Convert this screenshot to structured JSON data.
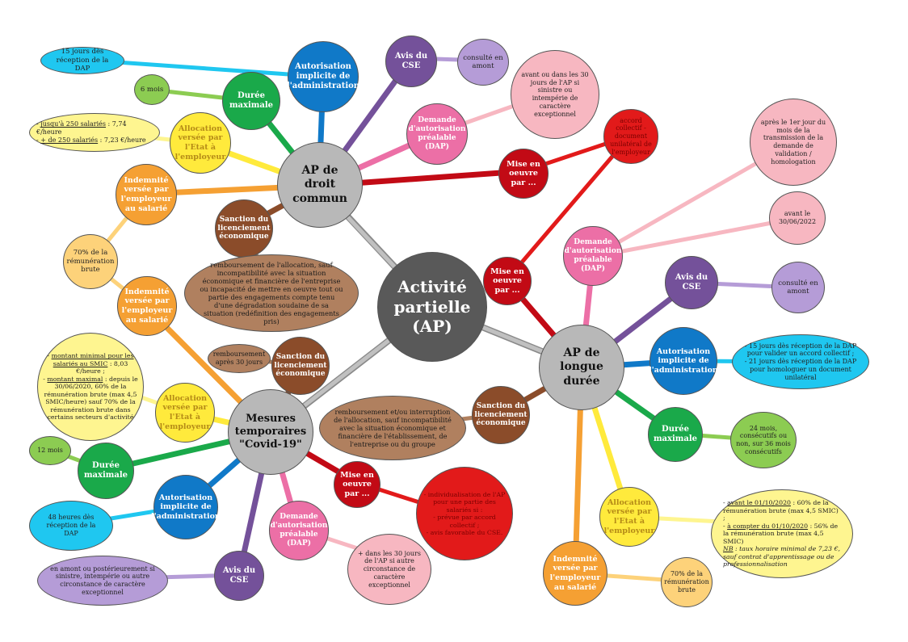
{
  "colors": {
    "center": "#595959",
    "hub": "#b8b8b8",
    "orange": "#f5a033",
    "light_orange": "#fdd27a",
    "yellow": "#ffea3c",
    "light_yellow": "#fef590",
    "green": "#1aa94a",
    "light_green": "#8ccc52",
    "blue": "#1079c8",
    "cyan": "#1fc7f0",
    "purple": "#74519a",
    "light_purple": "#b59cd7",
    "pink": "#ec6fa6",
    "light_pink": "#f7b7c1",
    "red": "#e21a1a",
    "dark_red": "#c20a15",
    "brown": "#8b4c2a",
    "light_brown": "#b0805f"
  },
  "nodes": {
    "center": {
      "text": "Activité partielle (AP)"
    },
    "droit_commun": {
      "text": "AP de droit commun"
    },
    "longue_duree": {
      "text": "AP de longue durée"
    },
    "covid": {
      "text": "Mesures temporaires \"Covid-19\""
    },
    "dc_autorisation": {
      "text": "Autorisation implicite de l'administration"
    },
    "dc_autorisation_delai": {
      "text": "15 jours dès réception de la DAP"
    },
    "dc_duree": {
      "text": "Durée maximale"
    },
    "dc_duree_val": {
      "text": "6 mois"
    },
    "dc_allocation": {
      "text": "Allocation versée par l'Etat à l'employeur"
    },
    "dc_allocation_line1_u": {
      "text": "jusqu'à 250 salariés"
    },
    "dc_allocation_line1": {
      "text": " : 7,74 €/heure"
    },
    "dc_allocation_line2_u": {
      "text": "+ de 250 salariés"
    },
    "dc_allocation_line2": {
      "text": " : 7,23 €/heure"
    },
    "dc_indemnite": {
      "text": "Indemnité versée par l'employeur au salarié"
    },
    "dc_indemnite_val": {
      "text": "70% de la rémunération brute"
    },
    "dc_sanction": {
      "text": "Sanction du licenciement économique"
    },
    "dc_sanction_val": {
      "text": "remboursement de l'allocation, sauf incompatibilité avec la situation économique et financière de l'entreprise ou incapacité de mettre en oeuvre tout ou partie des engagements compte tenu d'une dégradation soudaine de sa situation (redéfinition des engagements pris)"
    },
    "dc_avis": {
      "text": "Avis du CSE"
    },
    "dc_avis_val": {
      "text": "consulté en amont"
    },
    "dc_demande": {
      "text": "Demande d'autorisation préalable (DAP)"
    },
    "dc_demande_val": {
      "text": "avant ou dans les 30 jours de l'AP si sinistre ou intempérie de caractère exceptionnel"
    },
    "dc_mise": {
      "text": "Mise en oeuvre par ..."
    },
    "ld_mise": {
      "text": "Mise en oeuvre par ..."
    },
    "ld_mise_val": {
      "text": "accord collectif - document unilatéral de l'employeur"
    },
    "ld_demande": {
      "text": "Demande d'autorisation préalable (DAP)"
    },
    "ld_demande_val1": {
      "text": "après le 1er jour du mois de la transmission de la demande de validation / homologation"
    },
    "ld_demande_val2": {
      "text": "avant le 30/06/2022"
    },
    "ld_avis": {
      "text": "Avis du CSE"
    },
    "ld_avis_val": {
      "text": "consulté en amont"
    },
    "ld_autorisation": {
      "text": "Autorisation implicite de l'administration"
    },
    "ld_autorisation_val1": {
      "text": "- 15 jours dès réception de la DAP pour valider un accord collectif ;"
    },
    "ld_autorisation_val2": {
      "text": "- 21 jours dès réception de la DAP pour homologuer un document unilatéral"
    },
    "ld_duree": {
      "text": "Durée maximale"
    },
    "ld_duree_val": {
      "text": "24 mois, consécutifs ou non, sur 36 mois consécutifs"
    },
    "ld_allocation": {
      "text": "Allocation versée par l'Etat à l'employeur"
    },
    "ld_alloc_l1_u": {
      "text": "avant le 01/10/2020"
    },
    "ld_alloc_l1": {
      "text": " : 60% de la rémunération brute (max 4,5 SMIC) ;"
    },
    "ld_alloc_l2_u": {
      "text": "à compter du 01/10/2020"
    },
    "ld_alloc_l2": {
      "text": " : 56% de la rémunération brute (max 4,5 SMIC)"
    },
    "ld_alloc_nb_u": {
      "text": "NB"
    },
    "ld_alloc_nb": {
      "text": " : taux horaire minimal de 7,23 €, sauf contrat d'apprentissage ou de professionnalisation"
    },
    "ld_indemnite": {
      "text": "Indemnité versée par l'employeur au salarié"
    },
    "ld_indemnite_val": {
      "text": "70% de la rémunération brute"
    },
    "ld_sanction": {
      "text": "Sanction du licenciement économique"
    },
    "ld_sanction_val": {
      "text": "remboursement et/ou interruption de l'allocation, sauf incompatibilité avec la situation économique et financière de l'établissement, de l'entreprise ou du groupe"
    },
    "cv_sanction": {
      "text": "Sanction du licenciement économique"
    },
    "cv_sanction_val": {
      "text": "remboursement après 30 jours"
    },
    "cv_indemnite": {
      "text": "Indemnité versée par l'employeur au salarié"
    },
    "cv_indemnite_val": {
      "text": "70% de la rémunération brute"
    },
    "cv_allocation": {
      "text": "Allocation versée par l'Etat à l'employeur"
    },
    "cv_alloc_l1_u": {
      "text": "montant minimal pour les salariés au SMIC"
    },
    "cv_alloc_l1": {
      "text": " : 8,03 €/heure ;"
    },
    "cv_alloc_l2_u": {
      "text": "montant maximal"
    },
    "cv_alloc_l2": {
      "text": " : depuis le 30/06/2020, 60% de la rémunération brute (max 4,5 SMIC/heure) sauf 70% de la rémunération brute dans certains secteurs d'activité"
    },
    "cv_duree": {
      "text": "Durée maximale"
    },
    "cv_duree_val": {
      "text": "12 mois"
    },
    "cv_autorisation": {
      "text": "Autorisation implicite de l'administration"
    },
    "cv_autorisation_val": {
      "text": "48 heures dès réception de la DAP"
    },
    "cv_avis": {
      "text": "Avis du CSE"
    },
    "cv_avis_val": {
      "text": "en amont ou postérieurement si sinistre, intempérie ou autre circonstance de caractère exceptionnel"
    },
    "cv_demande": {
      "text": "Demande d'autorisation préalable (DAP)"
    },
    "cv_demande_val": {
      "text": "+ dans les 30 jours de l'AP si autre circonstance de caractère exceptionnel"
    },
    "cv_mise": {
      "text": "Mise en oeuvre par ..."
    },
    "cv_mise_l1": {
      "text": "- individualisation de l'AP pour une partie des salariés si :"
    },
    "cv_mise_l2": {
      "text": "- prévue par accord collectif ;"
    },
    "cv_mise_l3": {
      "text": "- avis favorable du CSE."
    }
  }
}
